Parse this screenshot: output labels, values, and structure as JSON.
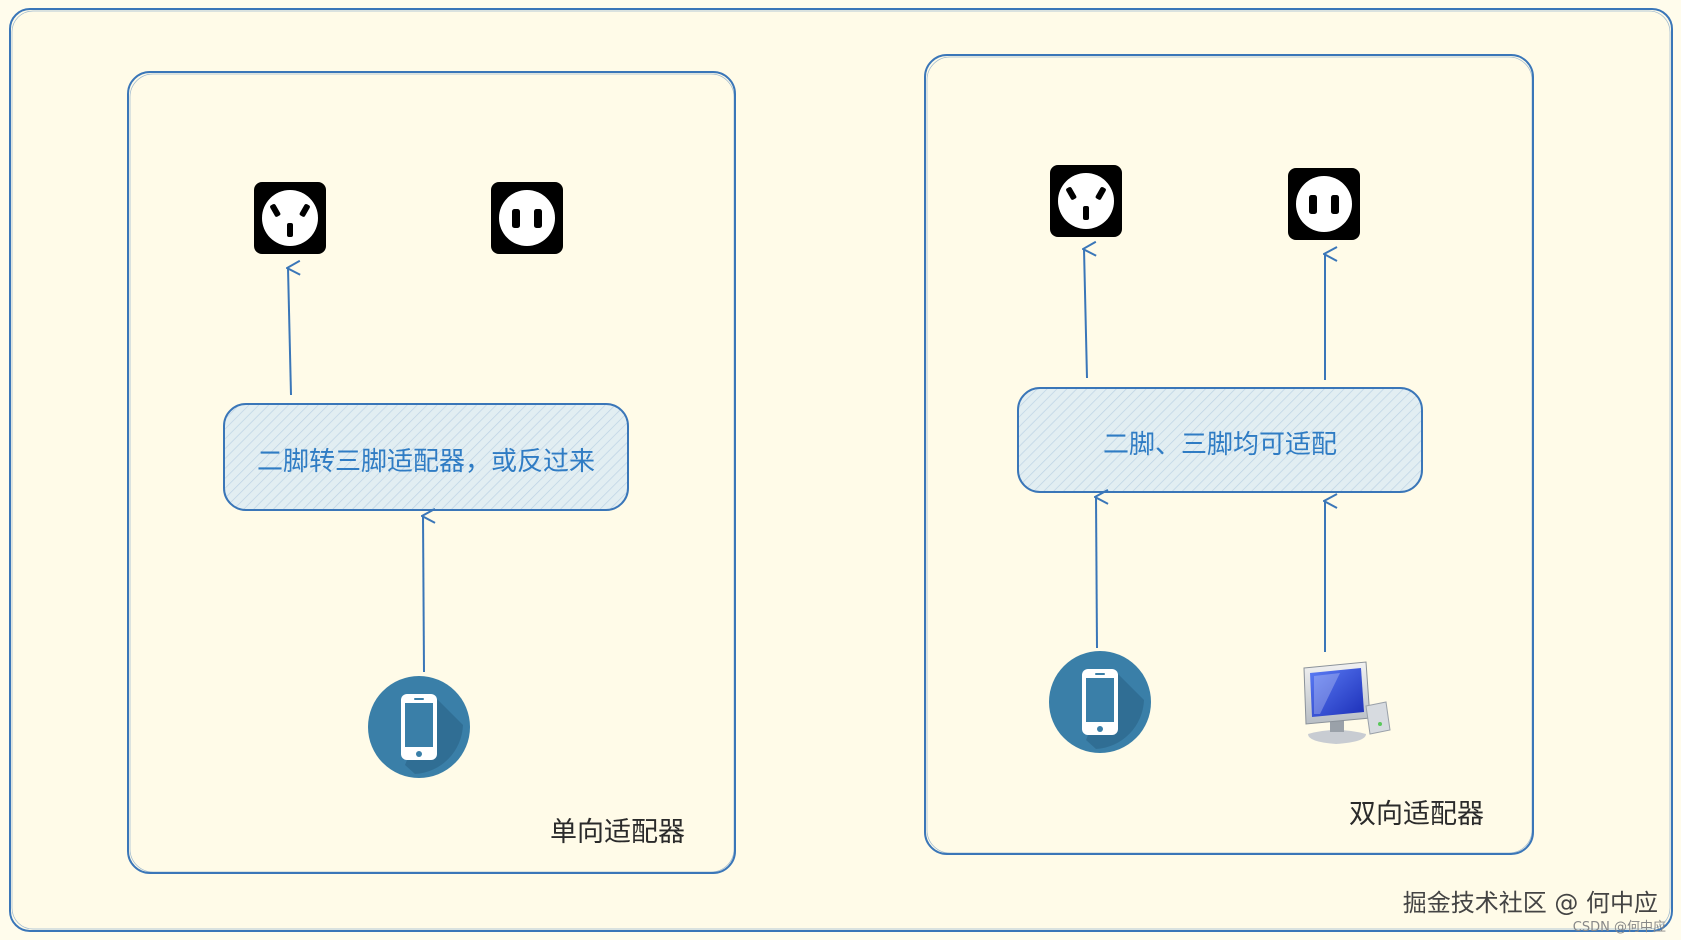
{
  "diagram": {
    "left_panel": {
      "caption": "单向适配器",
      "adapter_label": "二脚转三脚适配器，或反过来",
      "icons": [
        "three-pin-socket-icon",
        "two-pin-socket-icon",
        "smartphone-icon"
      ]
    },
    "right_panel": {
      "caption": "双向适配器",
      "adapter_label": "二脚、三脚均可适配",
      "icons": [
        "three-pin-socket-icon",
        "two-pin-socket-icon",
        "smartphone-icon",
        "desktop-computer-icon"
      ]
    },
    "colors": {
      "background": "#fffcec",
      "stroke": "#3a76b8",
      "label_text": "#2f7cc4",
      "socket": "#000000",
      "phone_circle": "#3a7fa8"
    }
  },
  "watermark": {
    "main": "掘金技术社区 @ 何中应",
    "small": "CSDN @何中应"
  }
}
